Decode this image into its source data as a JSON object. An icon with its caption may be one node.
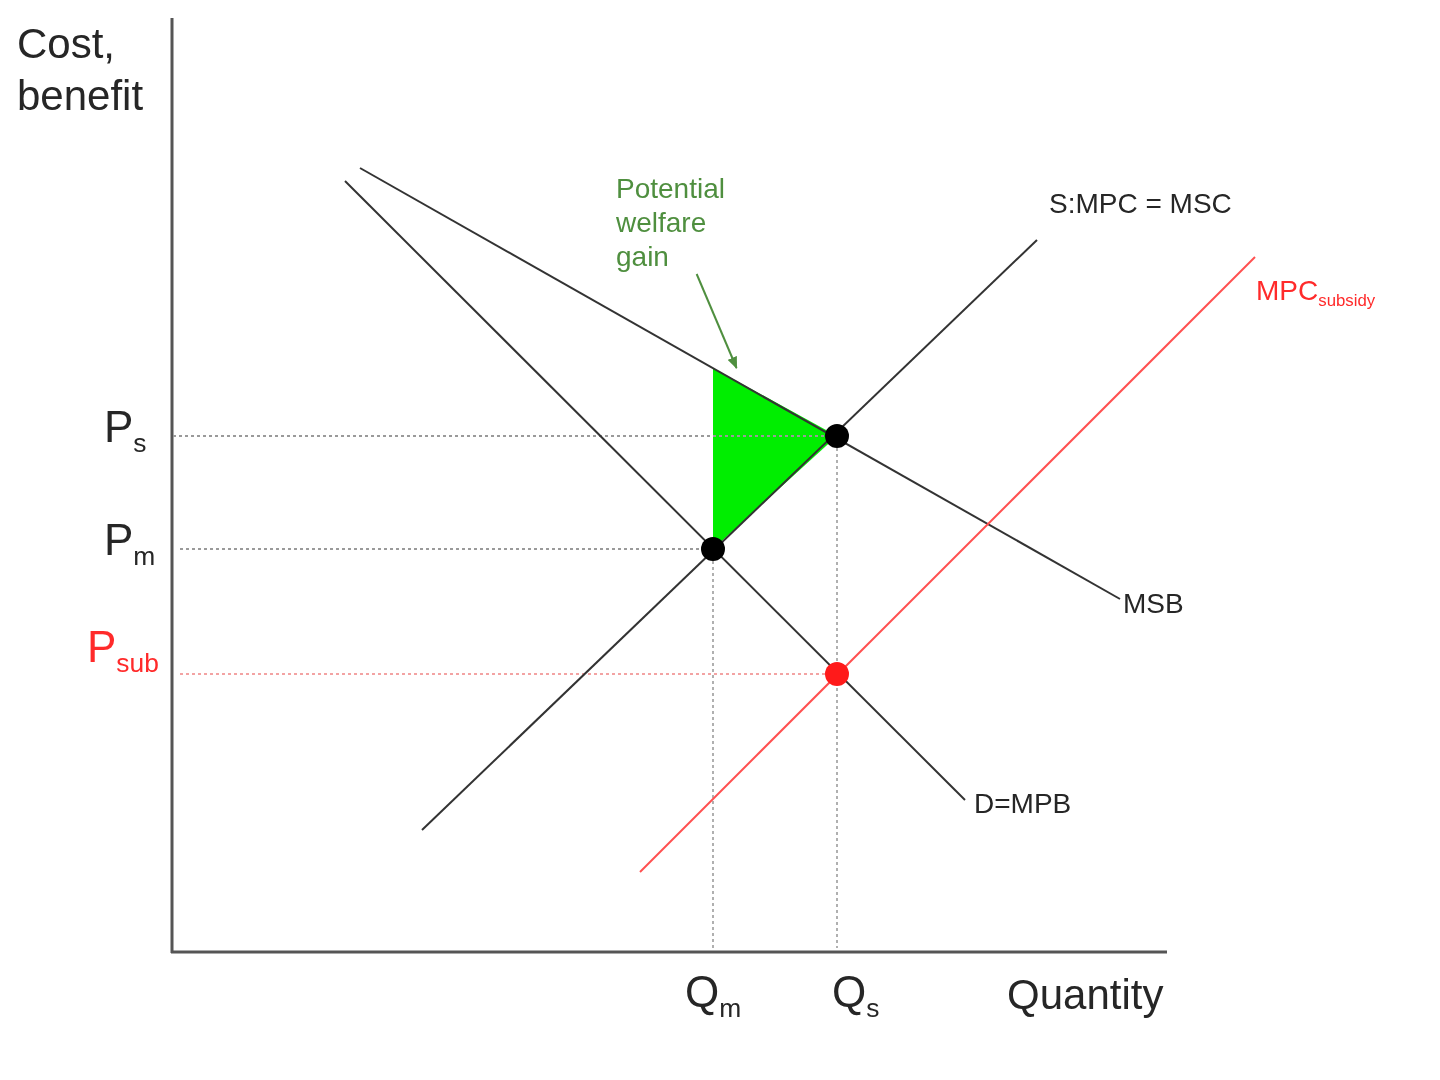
{
  "diagram": {
    "nodes": [
      {
        "text": [
          "Potential welfare gain"
        ]
      },
      {
        "text": [],
        "shape": "triangle"
      }
    ],
    "edges": [
      {
        "from": 0,
        "to": 1,
        "arrow": "to",
        "color": "#4f8f3f"
      }
    ],
    "labels": [
      "Cost, benefit",
      "S:MPC = MSC",
      "MPC$_{subsidy}$",
      "P$_{s}$",
      "P$_{m}$",
      "MSB",
      "P$_{sub}$",
      "D=MPB",
      "Q$_{m}$",
      "Q$_{s}$",
      "Quantity"
    ]
  }
}
